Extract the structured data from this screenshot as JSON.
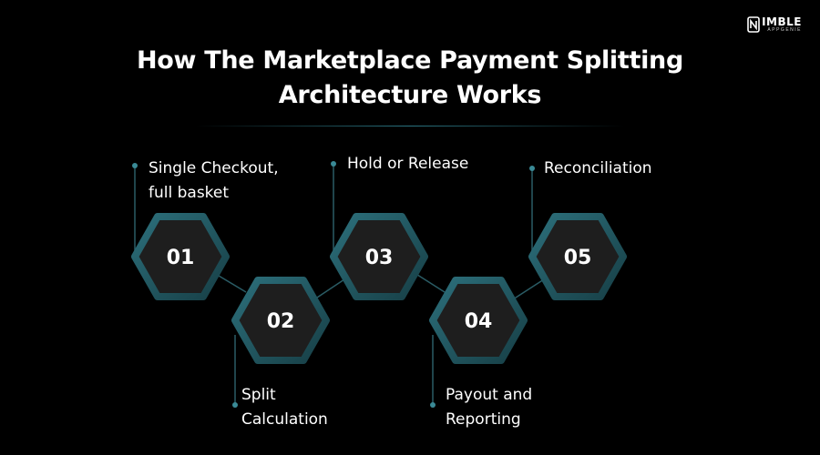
{
  "logo": {
    "main": "IMBLE",
    "sub": "APPGENIE"
  },
  "title": {
    "line1": "How The Marketplace Payment Splitting",
    "line2": "Architecture Works"
  },
  "steps": [
    {
      "number": "01",
      "label_line1": "Single Checkout,",
      "label_line2": "full basket"
    },
    {
      "number": "02",
      "label_line1": "Split",
      "label_line2": "Calculation"
    },
    {
      "number": "03",
      "label_line1": "Hold or Release",
      "label_line2": ""
    },
    {
      "number": "04",
      "label_line1": "Payout and",
      "label_line2": "Reporting"
    },
    {
      "number": "05",
      "label_line1": "Reconciliation",
      "label_line2": ""
    }
  ],
  "colors": {
    "background": "#000000",
    "hex_fill": "#1e1e1e",
    "hex_border": "#1f4f58",
    "accent": "#2a7380",
    "text": "#ffffff"
  }
}
